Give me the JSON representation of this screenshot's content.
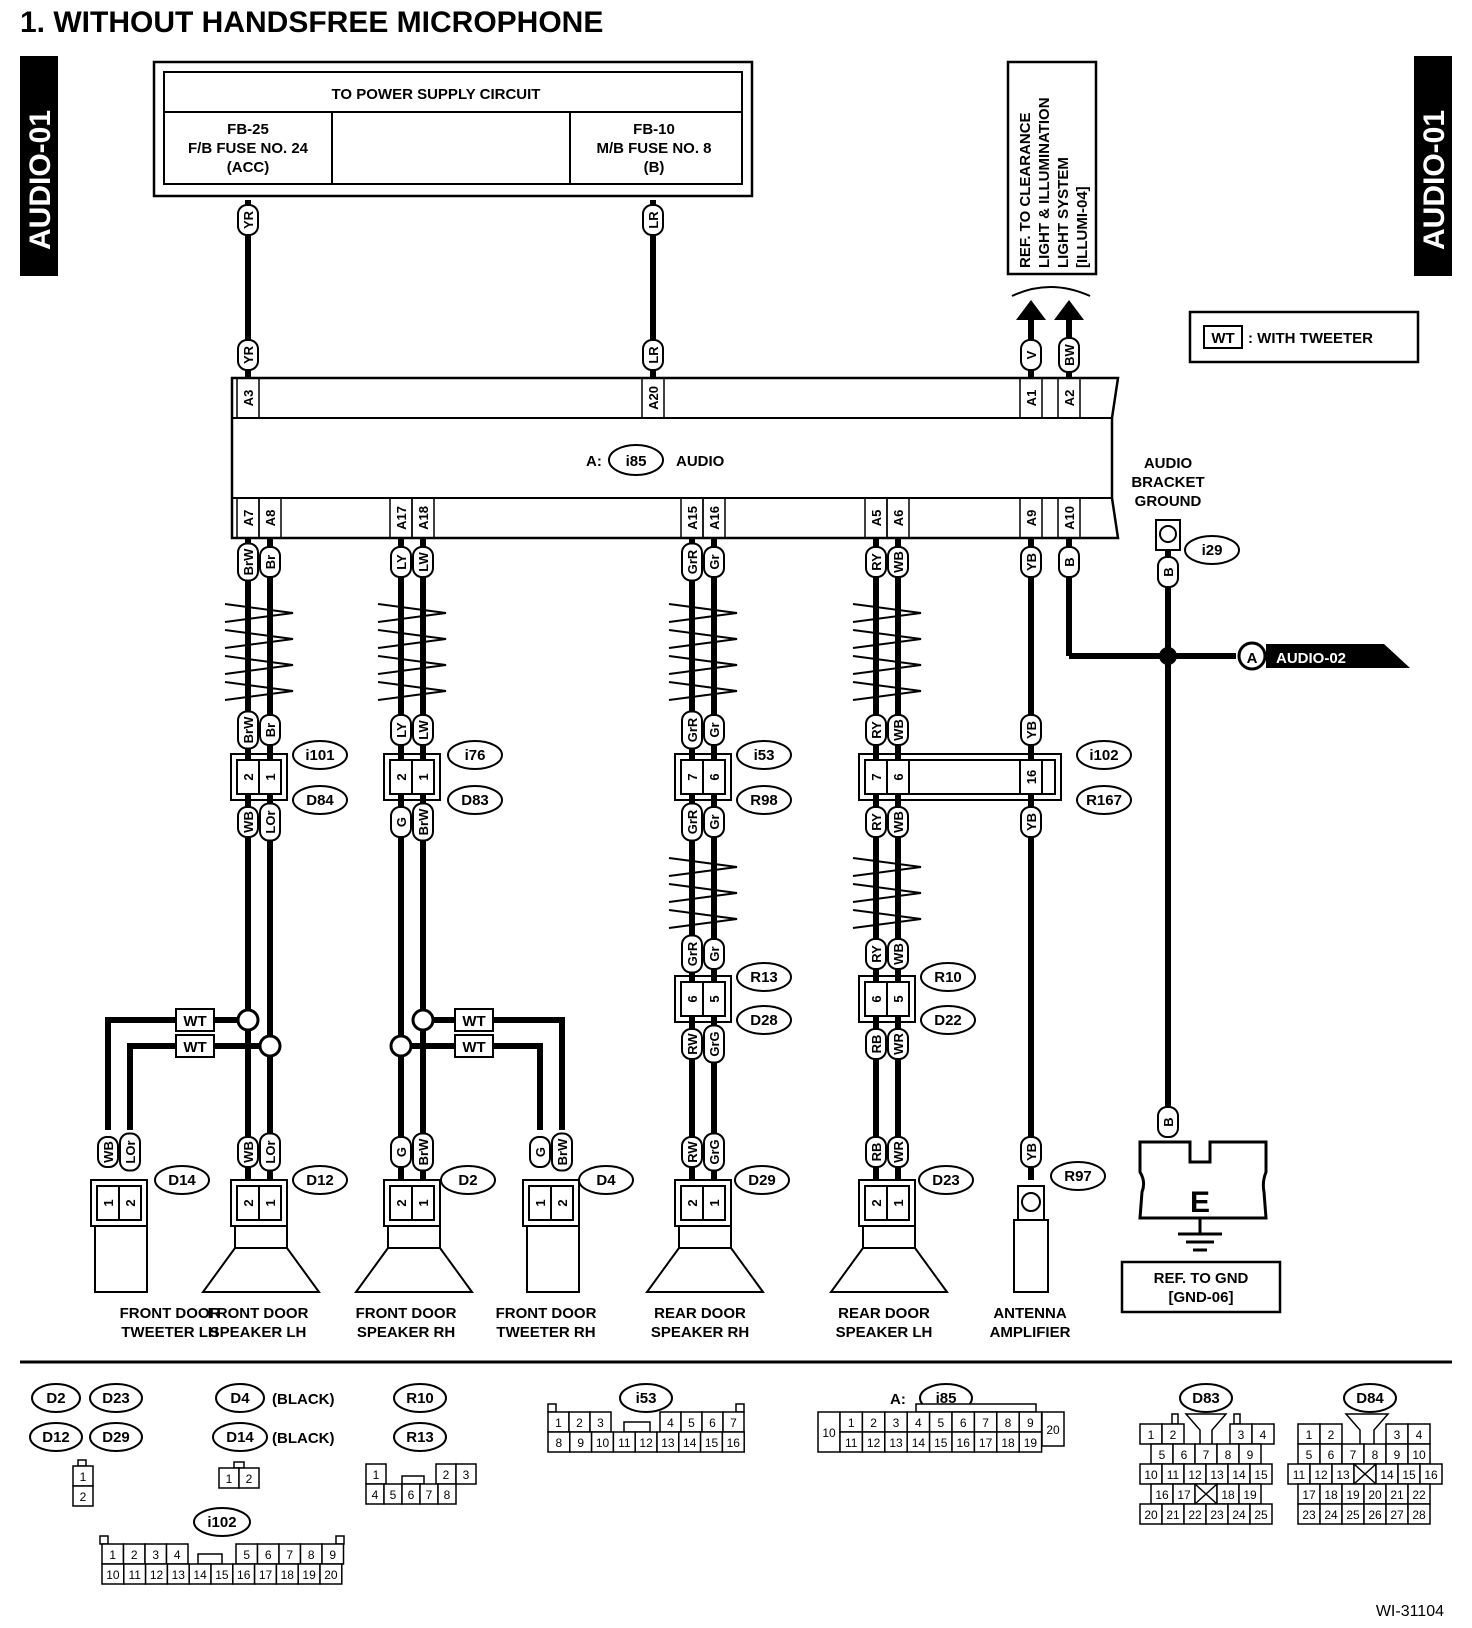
{
  "title": "1. WITHOUT HANDSFREE MICROPHONE",
  "side_tag": "AUDIO-01",
  "figure_id": "WI-31104",
  "legend": {
    "tag": "WT",
    "text": ": WITH TWEETER"
  },
  "power": {
    "title": "TO POWER SUPPLY CIRCUIT",
    "fuse_left": [
      "FB-25",
      "F/B FUSE NO. 24",
      "(ACC)"
    ],
    "fuse_right": [
      "FB-10",
      "M/B FUSE NO. 8",
      "(B)"
    ]
  },
  "illumi_ref": [
    "REF. TO CLEARANCE",
    "LIGHT & ILLUMINATION",
    "LIGHT SYSTEM",
    "[ILLUMI-04]"
  ],
  "audio_unit": {
    "prefix": "A:",
    "connector": "i85",
    "label": "AUDIO"
  },
  "top_pins": [
    {
      "pin": "A3",
      "wire": "YR"
    },
    {
      "pin": "A20",
      "wire": "LR"
    },
    {
      "pin": "A1",
      "wire": "V"
    },
    {
      "pin": "A2",
      "wire": "BW"
    }
  ],
  "bottom_pins": [
    {
      "pin": "A7",
      "wire": "BrW"
    },
    {
      "pin": "A8",
      "wire": "Br"
    },
    {
      "pin": "A17",
      "wire": "LY"
    },
    {
      "pin": "A18",
      "wire": "LW"
    },
    {
      "pin": "A15",
      "wire": "GrR"
    },
    {
      "pin": "A16",
      "wire": "Gr"
    },
    {
      "pin": "A5",
      "wire": "RY"
    },
    {
      "pin": "A6",
      "wire": "WB"
    },
    {
      "pin": "A9",
      "wire": "YB"
    },
    {
      "pin": "A10",
      "wire": "B"
    }
  ],
  "ground": {
    "label": [
      "AUDIO",
      "BRACKET",
      "GROUND"
    ],
    "connector": "i29",
    "wire": "B",
    "point": "E",
    "offpage_letter": "A",
    "offpage_ref": "AUDIO-02",
    "ref": [
      "REF. TO GND",
      "[GND-06]"
    ]
  },
  "connectors": {
    "i101": "i101",
    "D84": "D84",
    "i76": "i76",
    "D83": "D83",
    "i53": "i53",
    "R98": "R98",
    "i102": "i102",
    "R167": "R167",
    "R13": "R13",
    "D28": "D28",
    "R10": "R10",
    "D22": "D22",
    "D14": "D14",
    "D12": "D12",
    "D2": "D2",
    "D4": "D4",
    "D29": "D29",
    "D23": "D23",
    "R97": "R97"
  },
  "wires": {
    "fl_up": [
      "BrW",
      "Br"
    ],
    "fl_dn": [
      "WB",
      "LOr"
    ],
    "fl_pins": [
      "2",
      "1"
    ],
    "fr_up": [
      "LY",
      "LW"
    ],
    "fr_dn": [
      "G",
      "BrW"
    ],
    "fr_pins": [
      "2",
      "1"
    ],
    "rr_up": [
      "GrR",
      "Gr"
    ],
    "rr_pins": [
      "7",
      "6"
    ],
    "rr_mid": [
      "GrR",
      "Gr"
    ],
    "rr_mid2": [
      "GrR",
      "Gr"
    ],
    "rr_pins2": [
      "6",
      "5"
    ],
    "rr_dn": [
      "RW",
      "GrG"
    ],
    "rl_up": [
      "RY",
      "WB"
    ],
    "rl_pins": [
      "7",
      "6"
    ],
    "rl_mid": [
      "RY",
      "WB"
    ],
    "rl_mid2": [
      "RY",
      "WB"
    ],
    "rl_pins2": [
      "6",
      "5"
    ],
    "rl_dn": [
      "RB",
      "WR"
    ],
    "ant_up": "YB",
    "ant_pin": "16",
    "ant_dn": "YB",
    "wt": "WT"
  },
  "devices": [
    {
      "name": [
        "FRONT DOOR",
        "TWEETER LH"
      ],
      "wires": [
        "WB",
        "LOr"
      ],
      "pins": [
        "1",
        "2"
      ],
      "conn": "D14"
    },
    {
      "name": [
        "FRONT DOOR",
        "SPEAKER LH"
      ],
      "wires": [
        "WB",
        "LOr"
      ],
      "pins": [
        "2",
        "1"
      ],
      "conn": "D12"
    },
    {
      "name": [
        "FRONT DOOR",
        "SPEAKER RH"
      ],
      "wires": [
        "G",
        "BrW"
      ],
      "pins": [
        "2",
        "1"
      ],
      "conn": "D2"
    },
    {
      "name": [
        "FRONT DOOR",
        "TWEETER RH"
      ],
      "wires": [
        "G",
        "BrW"
      ],
      "pins": [
        "1",
        "2"
      ],
      "conn": "D4"
    },
    {
      "name": [
        "REAR DOOR",
        "SPEAKER RH"
      ],
      "wires": [
        "RW",
        "GrG"
      ],
      "pins": [
        "2",
        "1"
      ],
      "conn": "D29"
    },
    {
      "name": [
        "REAR DOOR",
        "SPEAKER LH"
      ],
      "wires": [
        "RB",
        "WR"
      ],
      "pins": [
        "2",
        "1"
      ],
      "conn": "D23"
    },
    {
      "name": [
        "ANTENNA",
        "AMPLIFIER"
      ],
      "wires": [
        "YB"
      ],
      "pins": [],
      "conn": "R97"
    }
  ],
  "faces": {
    "g1": {
      "tags": [
        "D2",
        "D23",
        "D12",
        "D29"
      ],
      "cells": [
        "1",
        "2"
      ]
    },
    "g2": {
      "tags": [
        "D4",
        "D14"
      ],
      "notes": [
        "(BLACK)",
        "(BLACK)"
      ],
      "cells": [
        "1",
        "2"
      ]
    },
    "g3": {
      "tags": [
        "R10",
        "R13"
      ],
      "row1": [
        "1",
        "",
        "2",
        "3"
      ],
      "row2": [
        "4",
        "5",
        "6",
        "7",
        "8"
      ]
    },
    "i53": {
      "tag": "i53",
      "row1": [
        "1",
        "2",
        "3",
        "4",
        "5",
        "6",
        "7"
      ],
      "row2": [
        "8",
        "9",
        "10",
        "11",
        "12",
        "13",
        "14",
        "15",
        "16"
      ]
    },
    "i85": {
      "prefix": "A:",
      "tag": "i85",
      "left": "10",
      "right": "20",
      "row1": [
        "1",
        "2",
        "3",
        "4",
        "5",
        "6",
        "7",
        "8",
        "9"
      ],
      "row2": [
        "11",
        "12",
        "13",
        "14",
        "15",
        "16",
        "17",
        "18",
        "19"
      ]
    },
    "D83": {
      "tag": "D83",
      "row1": [
        "1",
        "2",
        "3",
        "4"
      ],
      "row2": [
        "5",
        "6",
        "7",
        "8",
        "9"
      ],
      "row3": [
        "10",
        "11",
        "12",
        "13",
        "14",
        "15"
      ],
      "row4": [
        "16",
        "17",
        "",
        "18",
        "19"
      ],
      "row5": [
        "20",
        "21",
        "22",
        "23",
        "24",
        "25"
      ]
    },
    "D84": {
      "tag": "D84",
      "row1": [
        "1",
        "2",
        "3",
        "4"
      ],
      "row2": [
        "5",
        "6",
        "7",
        "8",
        "9",
        "10"
      ],
      "row3": [
        "11",
        "12",
        "13",
        "",
        "14",
        "15",
        "16"
      ],
      "row4": [
        "17",
        "18",
        "19",
        "20",
        "21",
        "22"
      ],
      "row5": [
        "23",
        "24",
        "25",
        "26",
        "27",
        "28"
      ]
    },
    "i102": {
      "tag": "i102",
      "row1": [
        "1",
        "2",
        "3",
        "4",
        "5",
        "6",
        "7",
        "8",
        "9"
      ],
      "row2": [
        "10",
        "11",
        "12",
        "13",
        "14",
        "15",
        "16",
        "17",
        "18",
        "19",
        "20"
      ]
    }
  }
}
